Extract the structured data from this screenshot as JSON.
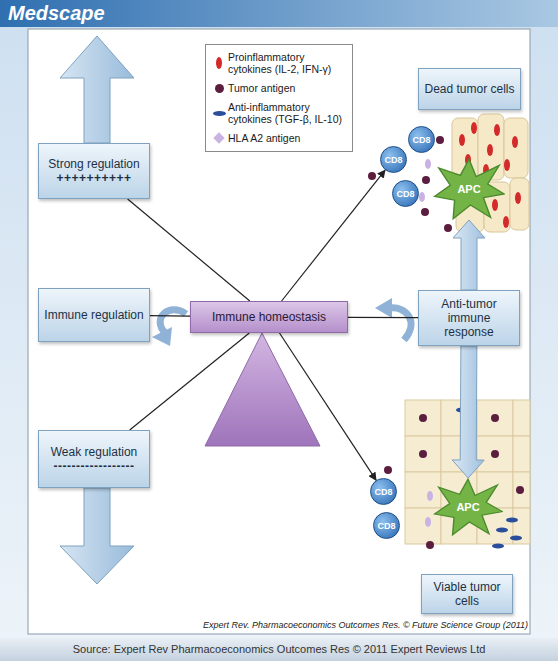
{
  "diagram": {
    "nodes": [
      {
        "text": [
          "Dead tumor cells"
        ]
      },
      {
        "text": [
          "CD8"
        ]
      },
      {
        "text": [
          "CD8"
        ]
      },
      {
        "text": [
          "CD8"
        ]
      },
      {
        "text": [
          "APC"
        ]
      },
      {
        "text": [
          "Strong regulation",
          "++++++++++"
        ]
      },
      {
        "text": [
          "Immune regulation"
        ]
      },
      {
        "text": [
          "Immune homeostasis"
        ]
      },
      {
        "text": [
          "Anti-tumor immune response"
        ]
      },
      {
        "text": [
          "Weak regulation",
          "------------------"
        ]
      },
      {
        "text": [
          "CD8"
        ]
      },
      {
        "text": [
          "CD8"
        ]
      },
      {
        "text": [
          "APC"
        ]
      },
      {
        "text": [
          "Viable tumor cells"
        ]
      }
    ],
    "edges": [
      {
        "from": 7,
        "to": 1,
        "arrow": "to"
      },
      {
        "from": 5,
        "to": 7,
        "arrow": "none"
      },
      {
        "from": 6,
        "to": 7,
        "arrow": "none"
      },
      {
        "from": 7,
        "to": 8,
        "arrow": "none"
      },
      {
        "from": 9,
        "to": 7,
        "arrow": "none"
      },
      {
        "from": 7,
        "to": 10,
        "arrow": "to"
      },
      {
        "from": 8,
        "to": 4,
        "arrow": "to"
      },
      {
        "from": 8,
        "to": 12,
        "arrow": "to"
      }
    ],
    "labels": [
      "Medscape",
      "Expert Rev. Pharmacoeconomics Outcomes Res. © Future Science Group (2011)",
      "Source: Expert Rev Pharmacoeconomics Outcomes Res © 2011 Expert Reviews Ltd"
    ],
    "legend": [
      {
        "text": "Proinflammatory cytokines (IL-2, IFN-γ)",
        "color": "#d42a2a"
      },
      {
        "text": "Tumor antigen",
        "color": "#5b1e3e"
      },
      {
        "text": "Anti-inflammatory cytokines (TGF-β, IL-10)",
        "color": "#2a4d9c"
      },
      {
        "text": "HLA A2 antigen",
        "color": "#c9b3e3"
      }
    ]
  }
}
